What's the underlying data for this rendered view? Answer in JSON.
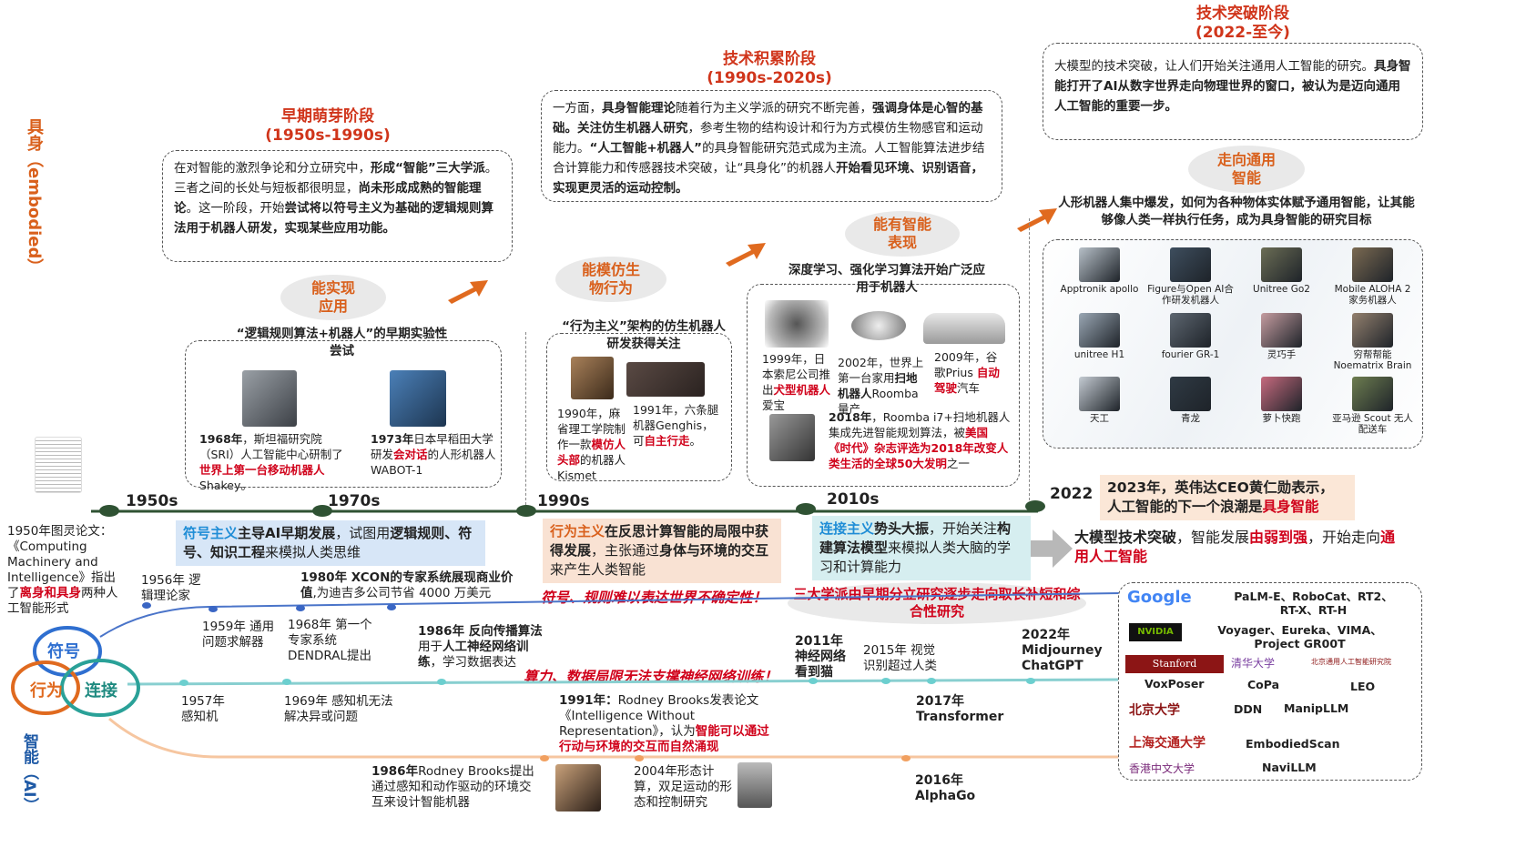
{
  "side": {
    "top": "具身（embodied）",
    "bottom": "智能（AI）"
  },
  "stages": {
    "s1": {
      "title": "早期萌芽阶段",
      "range": "(1950s-1990s)"
    },
    "s2": {
      "title": "技术积累阶段",
      "range": "(1990s-2020s)"
    },
    "s3": {
      "title": "技术突破阶段",
      "range": "(2022-至今)"
    }
  },
  "box1": {
    "t1": "在对智能的激烈争论和分立研究中，",
    "b1": "形成“智能”三大学派",
    "t2": "。三者之间的长处与短板都很明显，",
    "b2": "尚未形成成熟的智能理论",
    "t3": "。这一阶段，开始",
    "b3": "尝试将以符号主义为基础的逻辑规则算法用于机器人研发，实现某些应用功能。"
  },
  "box2": {
    "t1": "一方面，",
    "b1": "具身智能理论",
    "t2": "随着行为主义学派的研究不断完善，",
    "b2": "强调身体是心智的基础。关注仿生机器人研究",
    "t3": "，参考生物的结构设计和行为方式模仿生物感官和运动能力。",
    "b3": "“人工智能+机器人”",
    "t4": "的具身智能研究范式成为主流。人工智能算法进步结合计算能力和传感器技术突破，让“具身化”的机器人",
    "b4": "开始看见环境、识别语音，实现更灵活的运动控制。"
  },
  "box3": {
    "t1": "大模型的技术突破，让人们开始关注通用人工智能的研究。",
    "b1": "具身智能打开了AI从数字世界走向物理世界的窗口，被认为是迈向通用人工智能的重要一步。"
  },
  "pills": {
    "p1": "能实现\n应用",
    "p2": "能模仿生\n物行为",
    "p3": "能有智能\n表现",
    "p4": "走向通用\n智能"
  },
  "phase1": {
    "head": "“逻辑规则算法+机器人”的早期实验性尝试",
    "c1a": "1968年",
    "c1b": "，斯坦福研究院（SRI）人工智能中心研制了",
    "c1c": "世界上第一台移动机器人",
    "c1d": "Shakey。",
    "c2a": "1973年",
    "c2b": "日本早稻田大学研发",
    "c2c": "会对话",
    "c2d": "的人形机器人WABOT-1"
  },
  "phase2": {
    "head": "“行为主义”架构的仿生机器人研发获得关注",
    "c1a": "1990年，麻省理工学院制作一款",
    "c1b": "模仿人头部",
    "c1c": "的机器人Kismet",
    "c2a": "1991年，六条腿机器Genghis，可",
    "c2b": "自主行走",
    "c2c": "。"
  },
  "phase3": {
    "head": "深度学习、强化学习算法开始广泛应用于机器人",
    "c1a": "1999年，日本索尼公司推出",
    "c1b": "犬型机器人",
    "c1c": "爱宝",
    "c2a": "2002年，世界上第一台家用",
    "c2b": "扫地机器人",
    "c2c": "Roomba量产",
    "c3a": "2009年，谷歌Prius ",
    "c3b": "自动驾驶",
    "c3c": "汽车",
    "c4a": "2018年",
    "c4b": "，Roomba i7+扫地机器人集成先进智能规划算法，被",
    "c4c": "美国《时代》杂志评选为2018年改变人类生活的全球50大发明",
    "c4d": "之一"
  },
  "phase4": {
    "head": "人形机器人集中爆发，如何为各种物体实体赋予通用智能，让其能够像人类一样执行任务，成为具身智能的研究目标",
    "robots": [
      "Apptronik apollo",
      "Figure与Open AI合作研发机器人",
      "Unitree Go2",
      "Mobile ALOHA 2 家务机器人",
      "unitree H1",
      "fourier GR-1",
      "灵巧手",
      "穷帮帮能 Noematrix Brain",
      "天工",
      "青龙",
      "萝卜快跑",
      "亚马逊 Scout 无人配送车"
    ]
  },
  "timeline": {
    "y1": "1950s",
    "y2": "1970s",
    "y3": "1990s",
    "y4": "2010s",
    "y5": "2022"
  },
  "turing": {
    "a": "1950年图灵论文：《Computing Machinery and Intelligence》指出了",
    "b": "离身和具身",
    "c": "两种人工智能形式"
  },
  "bands": {
    "b1a": "符号主义",
    "b1b": "主导AI早期发展",
    "b1c": "，试图用",
    "b1d": "逻辑规则、符号、知识工程",
    "b1e": "来模拟人类思维",
    "b2a": "行为主义",
    "b2b": "在反思计算智能的局限中获得发展",
    "b2c": "，主张通过",
    "b2d": "身体与环境的交互",
    "b2e": "来产生人类智能",
    "b3a": "连接主义",
    "b3b": "势头大振",
    "b3c": "，开始关注",
    "b3d": "构建算法模型",
    "b3e": "来模拟人类大脑的学习和计算能力",
    "b4a": "2023年，",
    "b4b": "英伟达CEO黄仁勋表示，人工智能的下一个浪潮是",
    "b4c": "具身智能",
    "b5a": "大模型技术突破",
    "b5b": "，智能发展",
    "b5c": "由弱到强",
    "b5d": "，开始走向",
    "b5e": "通用人工智能"
  },
  "notes": {
    "n1": "符号、规则难以表达世界不确定性！",
    "n2": "三大学派由早期分立研究逐步走向取长补短和综合性研究",
    "n3": "算力、数据局限无法支撑神经网络训练！"
  },
  "venn": {
    "a": "符号",
    "b": "行为",
    "c": "连接"
  },
  "events": {
    "e1": "1956年 逻辑理论家",
    "e2": "1959年 通用问题求解器",
    "e3": "1968年 第一个专家系统DENDRAL提出",
    "e4a": "1980年 XCON的专家系统展现商业价值",
    "e4b": ",为迪吉多公司节省 4000 万美元",
    "e5a": "1986年 反向传播算法",
    "e5b": "用于",
    "e5c": "人工神经网络训练",
    "e5d": "，学习数据表达",
    "e6": "2011年 神经网络看到猫",
    "e7": "2015年 视觉识别超过人类",
    "e8": "2022年 Midjourney ChatGPT",
    "e9": "1957年 感知机",
    "e10": "1969年 感知机无法解决异或问题",
    "e11a": "1991年：",
    "e11b": "Rodney Brooks发表论文《Intelligence Without Representation》，认为",
    "e11c": "智能可以通过行动与环境的交互而自然涌现",
    "e12": "2017年 Transformer",
    "e13a": "1986年",
    "e13b": "Rodney Brooks提出通过感知和动作驱动的环境交互来设计智能机器",
    "e14": "2004年形态计算，双足运动的形态和控制研究",
    "e15": "2016年 AlphaGo"
  },
  "orgs": {
    "google": "Google",
    "g_text": "PaLM-E、RoboCat、RT2、RT-X、RT-H",
    "nvidia": "NVIDIA",
    "n_text": "Voyager、Eureka、VIMA、Project GR00T",
    "stanford": "Stanford University",
    "tsinghua": "清华大学",
    "bigai": "北京通用人工智能研究院",
    "voxposer": "VoxPoser",
    "copa": "CoPa",
    "leo": "LEO",
    "pku": "北京大学",
    "ddn": "DDN",
    "manip": "ManipLLM",
    "sjtu": "上海交通大学",
    "escan": "EmbodiedScan",
    "cuhk": "香港中文大学",
    "navi": "NaviLLM"
  },
  "colors": {
    "accent": "#d9601c",
    "red": "#d0021b",
    "timeline": "#2f5233",
    "blue": "#1f8dd6",
    "teal": "#2aa198"
  }
}
